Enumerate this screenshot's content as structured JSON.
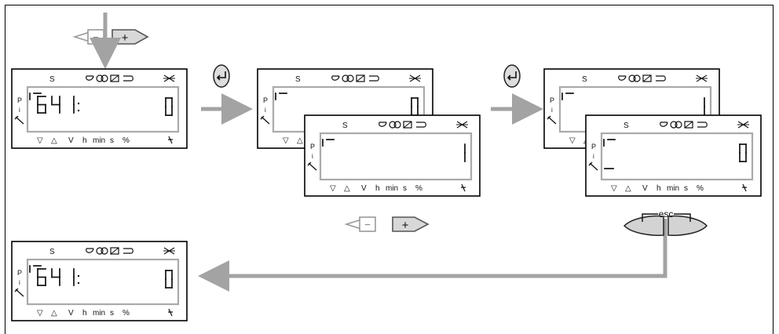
{
  "buttons": {
    "minus": "−",
    "plus": "+",
    "esc": "esc"
  },
  "display": {
    "top_letter": "S",
    "left_p": "P",
    "left_i": "i",
    "bottom_items": [
      "▽",
      "△",
      "V",
      "h",
      "min",
      "s",
      "%"
    ]
  },
  "screens": [
    {
      "id": "s1",
      "left": "641:",
      "value": "0",
      "bars": [
        "top-left-overline"
      ]
    },
    {
      "id": "s2-back",
      "left": "",
      "value": "0",
      "bars": [
        "top-dash"
      ]
    },
    {
      "id": "s2-front",
      "left": "",
      "value": "1",
      "bars": [
        "top-dash"
      ]
    },
    {
      "id": "s3-back",
      "left": "",
      "value": "1",
      "bars": [
        "top-dash"
      ]
    },
    {
      "id": "s3-front",
      "left": "",
      "value": "0",
      "bars": [
        "top-dash",
        "bottom-dash"
      ]
    },
    {
      "id": "s4",
      "left": "641:",
      "value": "0",
      "bars": [
        "top-left-overline"
      ]
    }
  ],
  "colors": {
    "arrow": "#a3a3a3",
    "button_fill": "#dddddd",
    "line": "#000000"
  },
  "icons": [
    "minus-button",
    "plus-button",
    "enter-button",
    "wrench-icon",
    "flame-icon",
    "esc-button-pair",
    "fan-icon",
    "valve-icon"
  ]
}
